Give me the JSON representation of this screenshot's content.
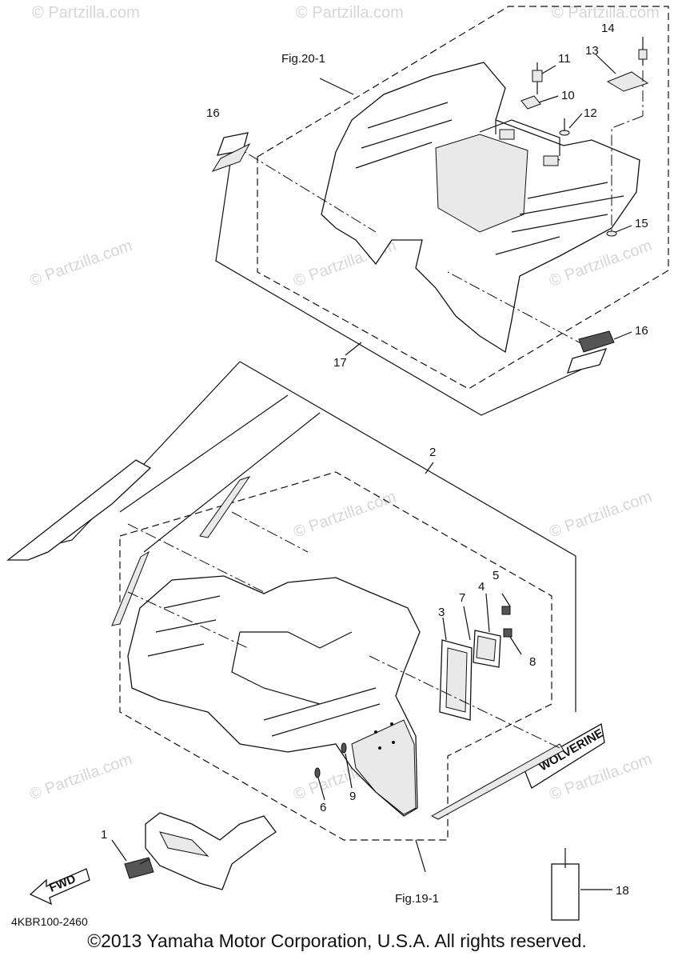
{
  "diagram": {
    "watermark": "© Partzilla.com",
    "figure_refs": {
      "top": "Fig.20-1",
      "bottom": "Fig.19-1"
    },
    "callouts": [
      "1",
      "2",
      "3",
      "4",
      "5",
      "6",
      "7",
      "8",
      "9",
      "10",
      "11",
      "12",
      "13",
      "14",
      "15",
      "16",
      "16",
      "17",
      "18"
    ],
    "decal_texts": {
      "front_fender": "WOLVERINE",
      "arrow": "FWD"
    },
    "diagram_code": "4KBR100-2460",
    "copyright": "©2013 Yamaha Motor Corporation, U.S.A. All rights reserved."
  }
}
